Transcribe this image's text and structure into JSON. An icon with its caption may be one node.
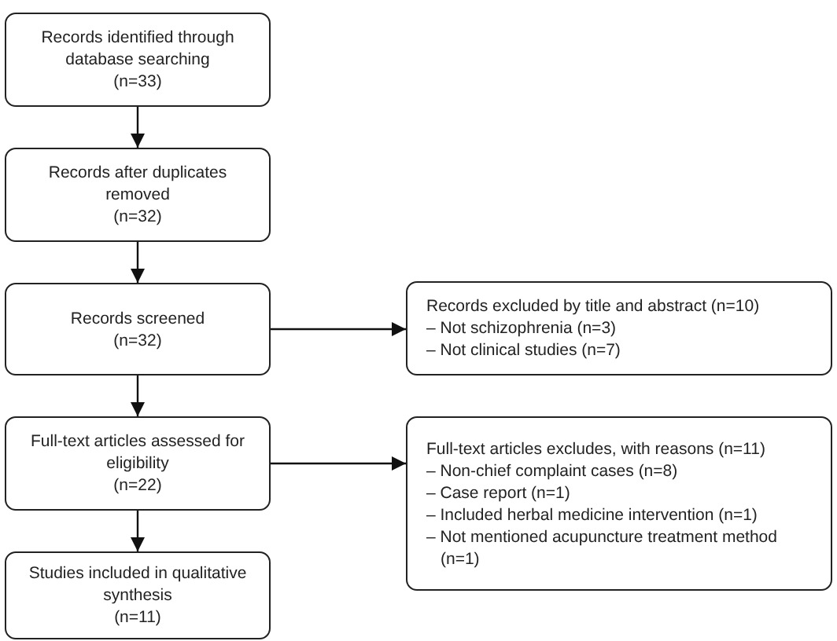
{
  "diagram": {
    "nodes": [
      {
        "text": [
          "Records identified through database searching",
          "(n=33)"
        ]
      },
      {
        "text": [
          "Records after duplicates removed",
          "(n=32)"
        ]
      },
      {
        "text": [
          "Records screened",
          "(n=32)"
        ]
      },
      {
        "text": [
          "Records excluded by title and abstract (n=10)",
          "– Not schizophrenia (n=3)",
          "– Not clinical studies (n=7)"
        ]
      },
      {
        "text": [
          "Full-text articles assessed for eligibility",
          "(n=22)"
        ]
      },
      {
        "text": [
          "Full-text articles excludes, with reasons (n=11)",
          "– Non-chief complaint cases (n=8)",
          "– Case report (n=1)",
          "– Included herbal medicine intervention (n=1)",
          "– Not mentioned acupuncture treatment method (n=1)"
        ]
      },
      {
        "text": [
          "Studies included in qualitative synthesis",
          "(n=11)"
        ]
      }
    ],
    "edges": [
      {
        "from": 0,
        "to": 1,
        "arrow": "to"
      },
      {
        "from": 1,
        "to": 2,
        "arrow": "to"
      },
      {
        "from": 2,
        "to": 3,
        "arrow": "to"
      },
      {
        "from": 2,
        "to": 4,
        "arrow": "to"
      },
      {
        "from": 4,
        "to": 5,
        "arrow": "to"
      },
      {
        "from": 4,
        "to": 6,
        "arrow": "to"
      }
    ]
  }
}
